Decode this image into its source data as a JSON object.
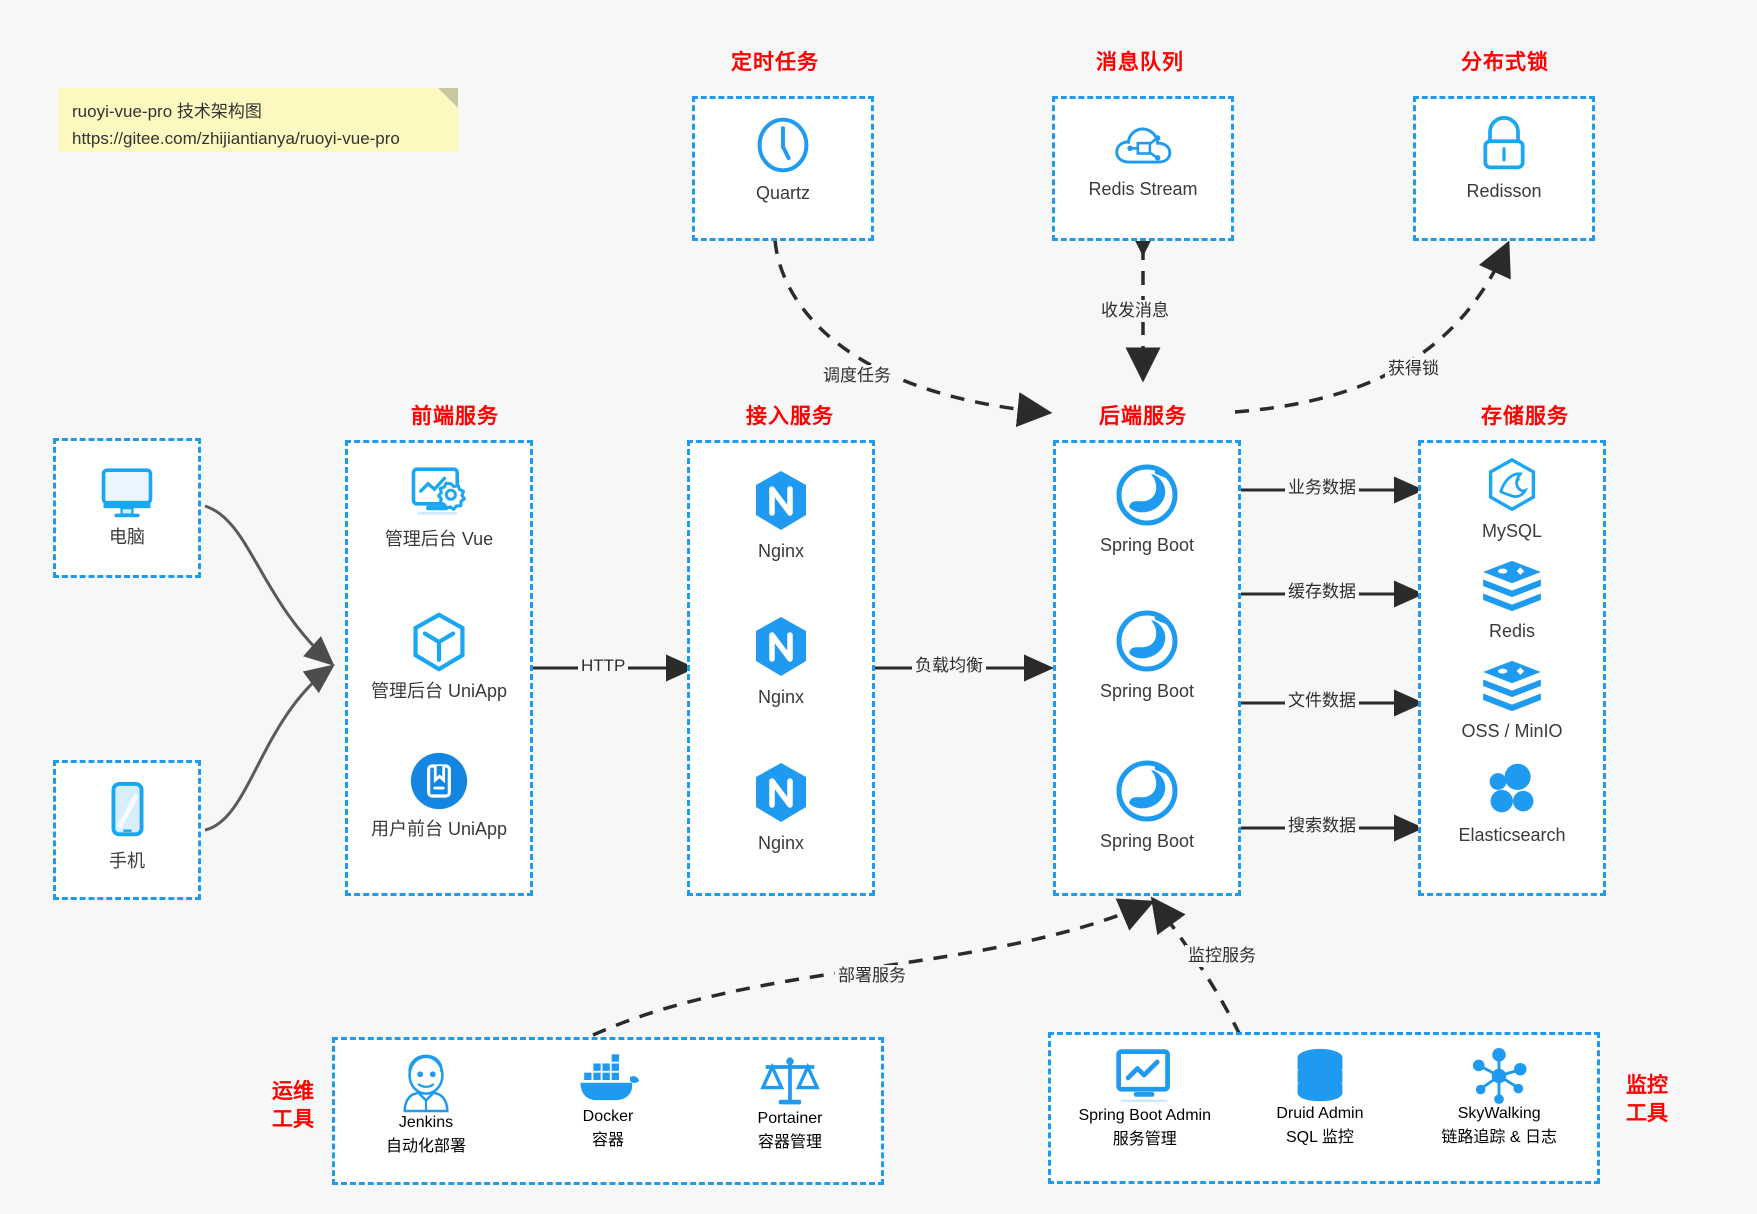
{
  "note": {
    "line1": "ruoyi-vue-pro 技术架构图",
    "line2": "https://gitee.com/zhijiantianya/ruoyi-vue-pro"
  },
  "colors": {
    "accent_blue": "#1e9bf0",
    "title_red": "#ff0000",
    "background": "#f7f7f7",
    "box_fill": "#ffffff",
    "arrow_gray": "#4d4d4d",
    "note_yellow": "#fcf8bf"
  },
  "groups": {
    "scheduler": {
      "title": "定时任务",
      "nodes": [
        {
          "label": "Quartz",
          "icon": "clock-icon"
        }
      ]
    },
    "mq": {
      "title": "消息队列",
      "nodes": [
        {
          "label": "Redis Stream",
          "icon": "cloud-stream-icon"
        }
      ]
    },
    "lock": {
      "title": "分布式锁",
      "nodes": [
        {
          "label": "Redisson",
          "icon": "lock-icon"
        }
      ]
    },
    "clients": {
      "nodes": [
        {
          "label": "电脑",
          "icon": "desktop-icon"
        },
        {
          "label": "手机",
          "icon": "mobile-icon"
        }
      ]
    },
    "frontend": {
      "title": "前端服务",
      "nodes": [
        {
          "label": "管理后台 Vue",
          "icon": "dashboard-gear-icon"
        },
        {
          "label": "管理后台 UniApp",
          "icon": "cube-icon"
        },
        {
          "label": "用户前台 UniApp",
          "icon": "app-card-icon"
        }
      ]
    },
    "gateway": {
      "title": "接入服务",
      "nodes": [
        {
          "label": "Nginx",
          "icon": "nginx-icon"
        },
        {
          "label": "Nginx",
          "icon": "nginx-icon"
        },
        {
          "label": "Nginx",
          "icon": "nginx-icon"
        }
      ]
    },
    "backend": {
      "title": "后端服务",
      "nodes": [
        {
          "label": "Spring Boot",
          "icon": "spring-icon"
        },
        {
          "label": "Spring Boot",
          "icon": "spring-icon"
        },
        {
          "label": "Spring Boot",
          "icon": "spring-icon"
        }
      ]
    },
    "storage": {
      "title": "存储服务",
      "nodes": [
        {
          "label": "MySQL",
          "icon": "mysql-icon"
        },
        {
          "label": "Redis",
          "icon": "redis-icon"
        },
        {
          "label": "OSS / MinIO",
          "icon": "redis-icon"
        },
        {
          "label": "Elasticsearch",
          "icon": "elasticsearch-icon"
        }
      ]
    },
    "devops": {
      "title_line1": "运维",
      "title_line2": "工具",
      "nodes": [
        {
          "label": "Jenkins",
          "sub": "自动化部署",
          "icon": "jenkins-icon"
        },
        {
          "label": "Docker",
          "sub": "容器",
          "icon": "docker-icon"
        },
        {
          "label": "Portainer",
          "sub": "容器管理",
          "icon": "scale-icon"
        }
      ]
    },
    "monitoring": {
      "title_line1": "监控",
      "title_line2": "工具",
      "nodes": [
        {
          "label": "Spring Boot Admin",
          "sub": "服务管理",
          "icon": "monitor-chart-icon"
        },
        {
          "label": "Druid Admin",
          "sub": "SQL 监控",
          "icon": "database-icon"
        },
        {
          "label": "SkyWalking",
          "sub": "链路追踪 & 日志",
          "icon": "skywalking-icon"
        }
      ]
    }
  },
  "edges": [
    {
      "id": "http",
      "label": "HTTP"
    },
    {
      "id": "load-balance",
      "label": "负载均衡"
    },
    {
      "id": "schedule-task",
      "label": "调度任务"
    },
    {
      "id": "send-receive-message",
      "label": "收发消息"
    },
    {
      "id": "acquire-lock",
      "label": "获得锁"
    },
    {
      "id": "business-data",
      "label": "业务数据"
    },
    {
      "id": "cache-data",
      "label": "缓存数据"
    },
    {
      "id": "file-data",
      "label": "文件数据"
    },
    {
      "id": "search-data",
      "label": "搜索数据"
    },
    {
      "id": "deploy-service",
      "label": "部署服务"
    },
    {
      "id": "monitor-service",
      "label": "监控服务"
    }
  ]
}
